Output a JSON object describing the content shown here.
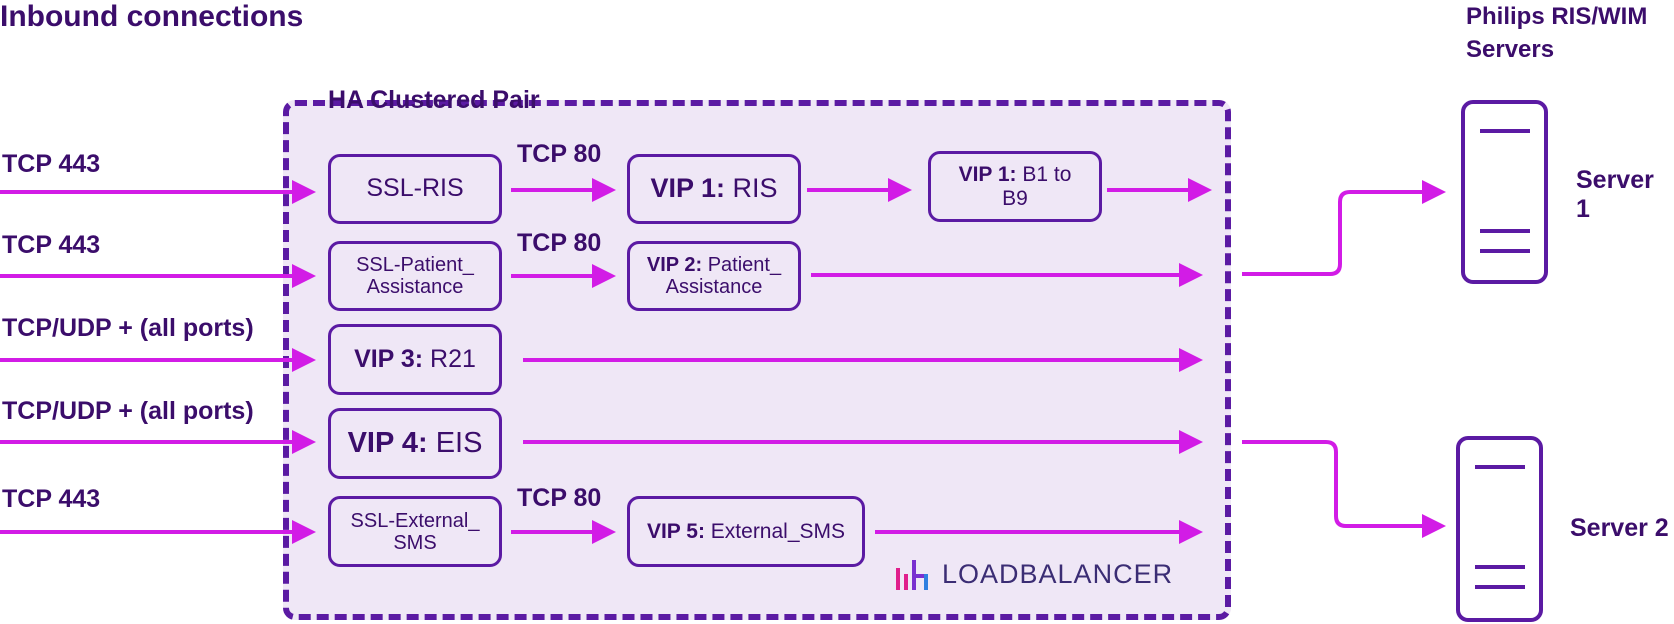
{
  "title": "Inbound connections",
  "servers_title": [
    "Philips RIS/WIM",
    "Servers"
  ],
  "ha_label": "HA Clustered Pair",
  "inputs": [
    {
      "label": "TCP 443"
    },
    {
      "label": "TCP 443"
    },
    {
      "label": "TCP/UDP + (all ports)"
    },
    {
      "label": "TCP/UDP + (all ports)"
    },
    {
      "label": "TCP 443"
    }
  ],
  "tcp80_labels": [
    "TCP 80",
    "TCP 80",
    "TCP 80"
  ],
  "boxes": {
    "ssl_ris": "SSL-RIS",
    "vip1_bold": "VIP 1:",
    "vip1_text": "RIS",
    "vip1b_bold": "VIP 1:",
    "vip1b_text1": "B1 to",
    "vip1b_text2": "B9",
    "ssl_patient_1": "SSL-Patient_",
    "ssl_patient_2": "Assistance",
    "vip2_bold": "VIP 2:",
    "vip2_text1": "Patient_",
    "vip2_text2": "Assistance",
    "vip3_bold": "VIP 3:",
    "vip3_text": "R21",
    "vip4_bold": "VIP 4:",
    "vip4_text": "EIS",
    "ssl_external_1": "SSL-External_",
    "ssl_external_2": "SMS",
    "vip5_bold": "VIP 5:",
    "vip5_text": "External_SMS"
  },
  "servers": [
    {
      "label": "Server 1"
    },
    {
      "label": "Server 2"
    }
  ],
  "logo_text": "LOADBALANCER",
  "colors": {
    "arrow": "#d21ce6",
    "box_border": "#5b1aa3",
    "text": "#3b0d6b",
    "ha_fill": "#efe7f6"
  }
}
